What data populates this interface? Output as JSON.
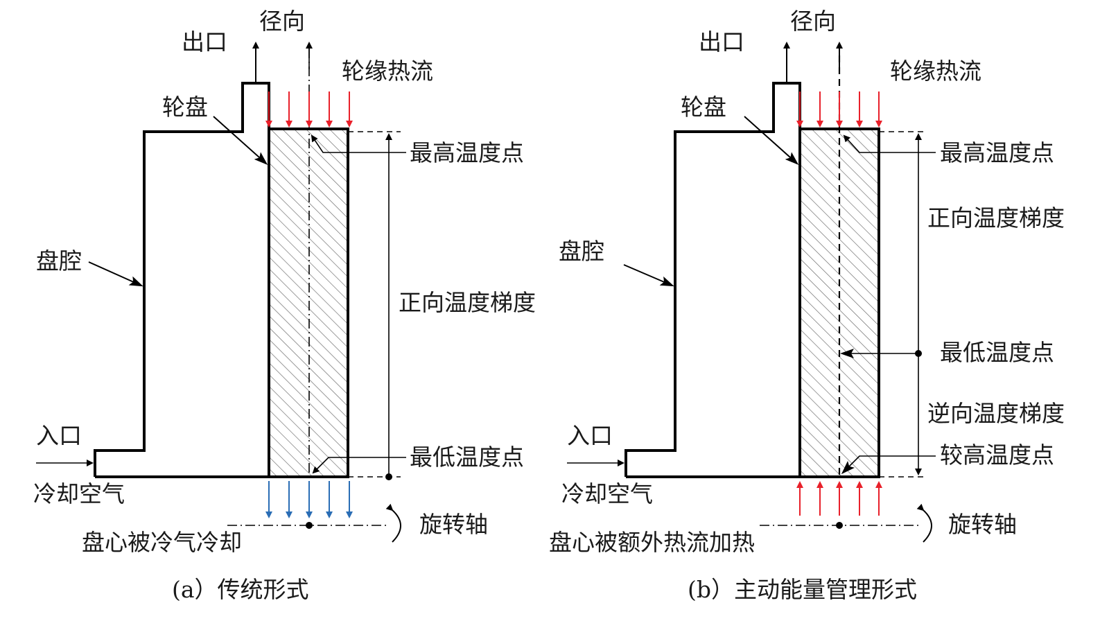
{
  "panel_a": {
    "caption": "(a）传统形式",
    "labels": {
      "outlet": "出口",
      "radial": "径向",
      "rim_heat_flux": "轮缘热流",
      "disk": "轮盘",
      "max_temp_point": "最高温度点",
      "cavity": "盘腔",
      "forward_gradient": "正向温度梯度",
      "inlet": "入口",
      "min_temp_point": "最低温度点",
      "cooling_air": "冷却空气",
      "rotation_axis": "旋转轴",
      "bore_note": "盘心被冷气冷却"
    }
  },
  "panel_b": {
    "caption": "(b）主动能量管理形式",
    "labels": {
      "outlet": "出口",
      "radial": "径向",
      "rim_heat_flux": "轮缘热流",
      "disk": "轮盘",
      "max_temp_point": "最高温度点",
      "forward_gradient": "正向温度梯度",
      "cavity": "盘腔",
      "min_temp_point": "最低温度点",
      "reverse_gradient": "逆向温度梯度",
      "inlet": "入口",
      "higher_temp_point": "较高温度点",
      "cooling_air": "冷却空气",
      "rotation_axis": "旋转轴",
      "bore_note": "盘心被额外热流加热"
    }
  },
  "colors": {
    "heat_in": "#e8202a",
    "cooling_out": "#2a6db5",
    "outline": "#000000",
    "hatch": "#666666"
  }
}
